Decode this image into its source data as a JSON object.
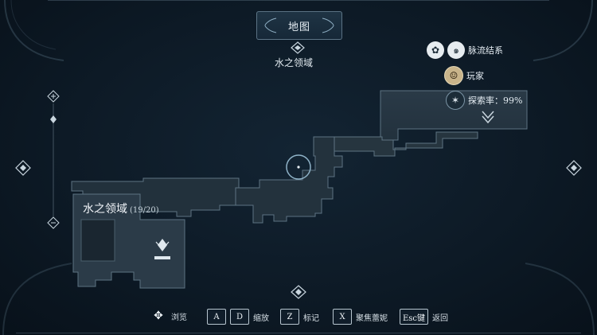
{
  "header": {
    "title": "地图",
    "region": "水之领域"
  },
  "legend": {
    "items": [
      {
        "label": "脉流结系",
        "icon": "tree-icon"
      },
      {
        "label": "玩家",
        "icon": "player-portrait-icon"
      },
      {
        "label": "探索率：99%",
        "icon": "compass-star-icon"
      }
    ]
  },
  "map": {
    "area_name": "水之领域",
    "area_progress": "(19/20)"
  },
  "controls": [
    {
      "keys": [
        "✥"
      ],
      "label": "浏览"
    },
    {
      "keys": [
        "A",
        "D"
      ],
      "label": "缩放"
    },
    {
      "keys": [
        "Z"
      ],
      "label": "标记"
    },
    {
      "keys": [
        "X"
      ],
      "label": "聚焦蕾妮"
    },
    {
      "keys": [
        "Esc键"
      ],
      "label": "返回"
    }
  ]
}
